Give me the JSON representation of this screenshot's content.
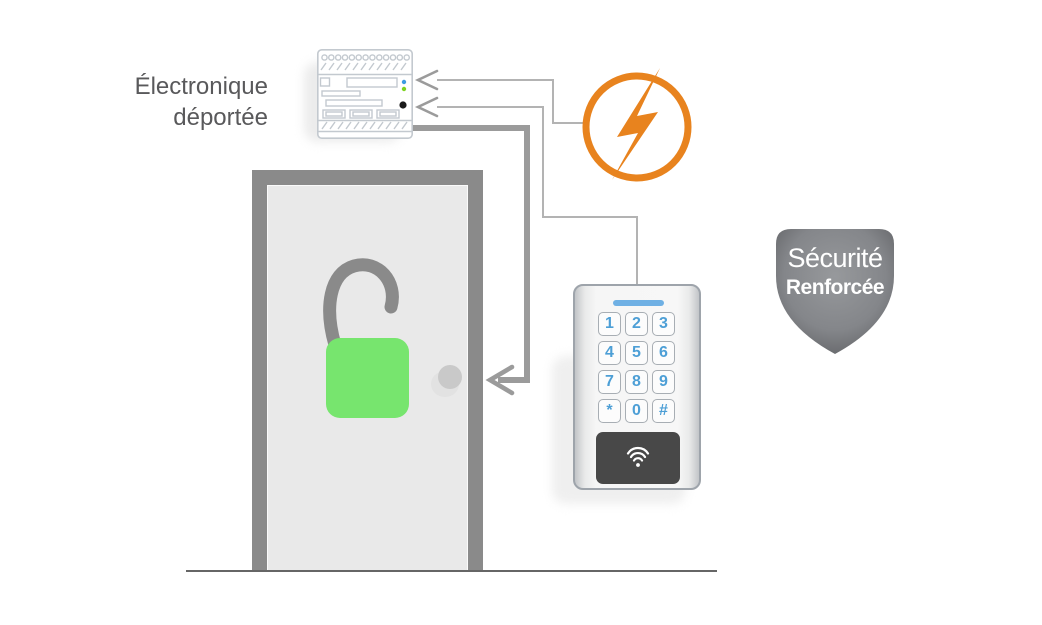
{
  "module": {
    "label_line1": "Électronique",
    "label_line2": "déportée"
  },
  "badge": {
    "line1": "Sécurité",
    "line2": "Renforcée"
  },
  "keypad": {
    "keys": [
      "1",
      "2",
      "3",
      "4",
      "5",
      "6",
      "7",
      "8",
      "9",
      "*",
      "0",
      "#"
    ]
  },
  "icons": {
    "power": "lightning-bolt-in-circle",
    "controller": "din-rail-electronics-module",
    "lock": "open-padlock",
    "reader": "contactless-wifi",
    "badge": "security-shield"
  },
  "colors": {
    "accent-orange": "#E8831E",
    "lock-green": "#77E56E",
    "key-blue": "#4D9FD6",
    "keypad-led-blue": "#6FB0E4",
    "wire-gray": "#B3B3B3",
    "thick-wire-gray": "#9B9B9B",
    "door-frame-gray": "#8A8A8A",
    "door-panel-gray": "#E9E9E9",
    "module-line": "#C3C9CF",
    "led-blue": "#3D9BE2",
    "led-green": "#7ED321",
    "rfid-dark": "#484848",
    "shield-light": "#97999C",
    "shield-dark": "#56575A",
    "text-gray": "#59595B",
    "ground-gray": "#666666"
  }
}
